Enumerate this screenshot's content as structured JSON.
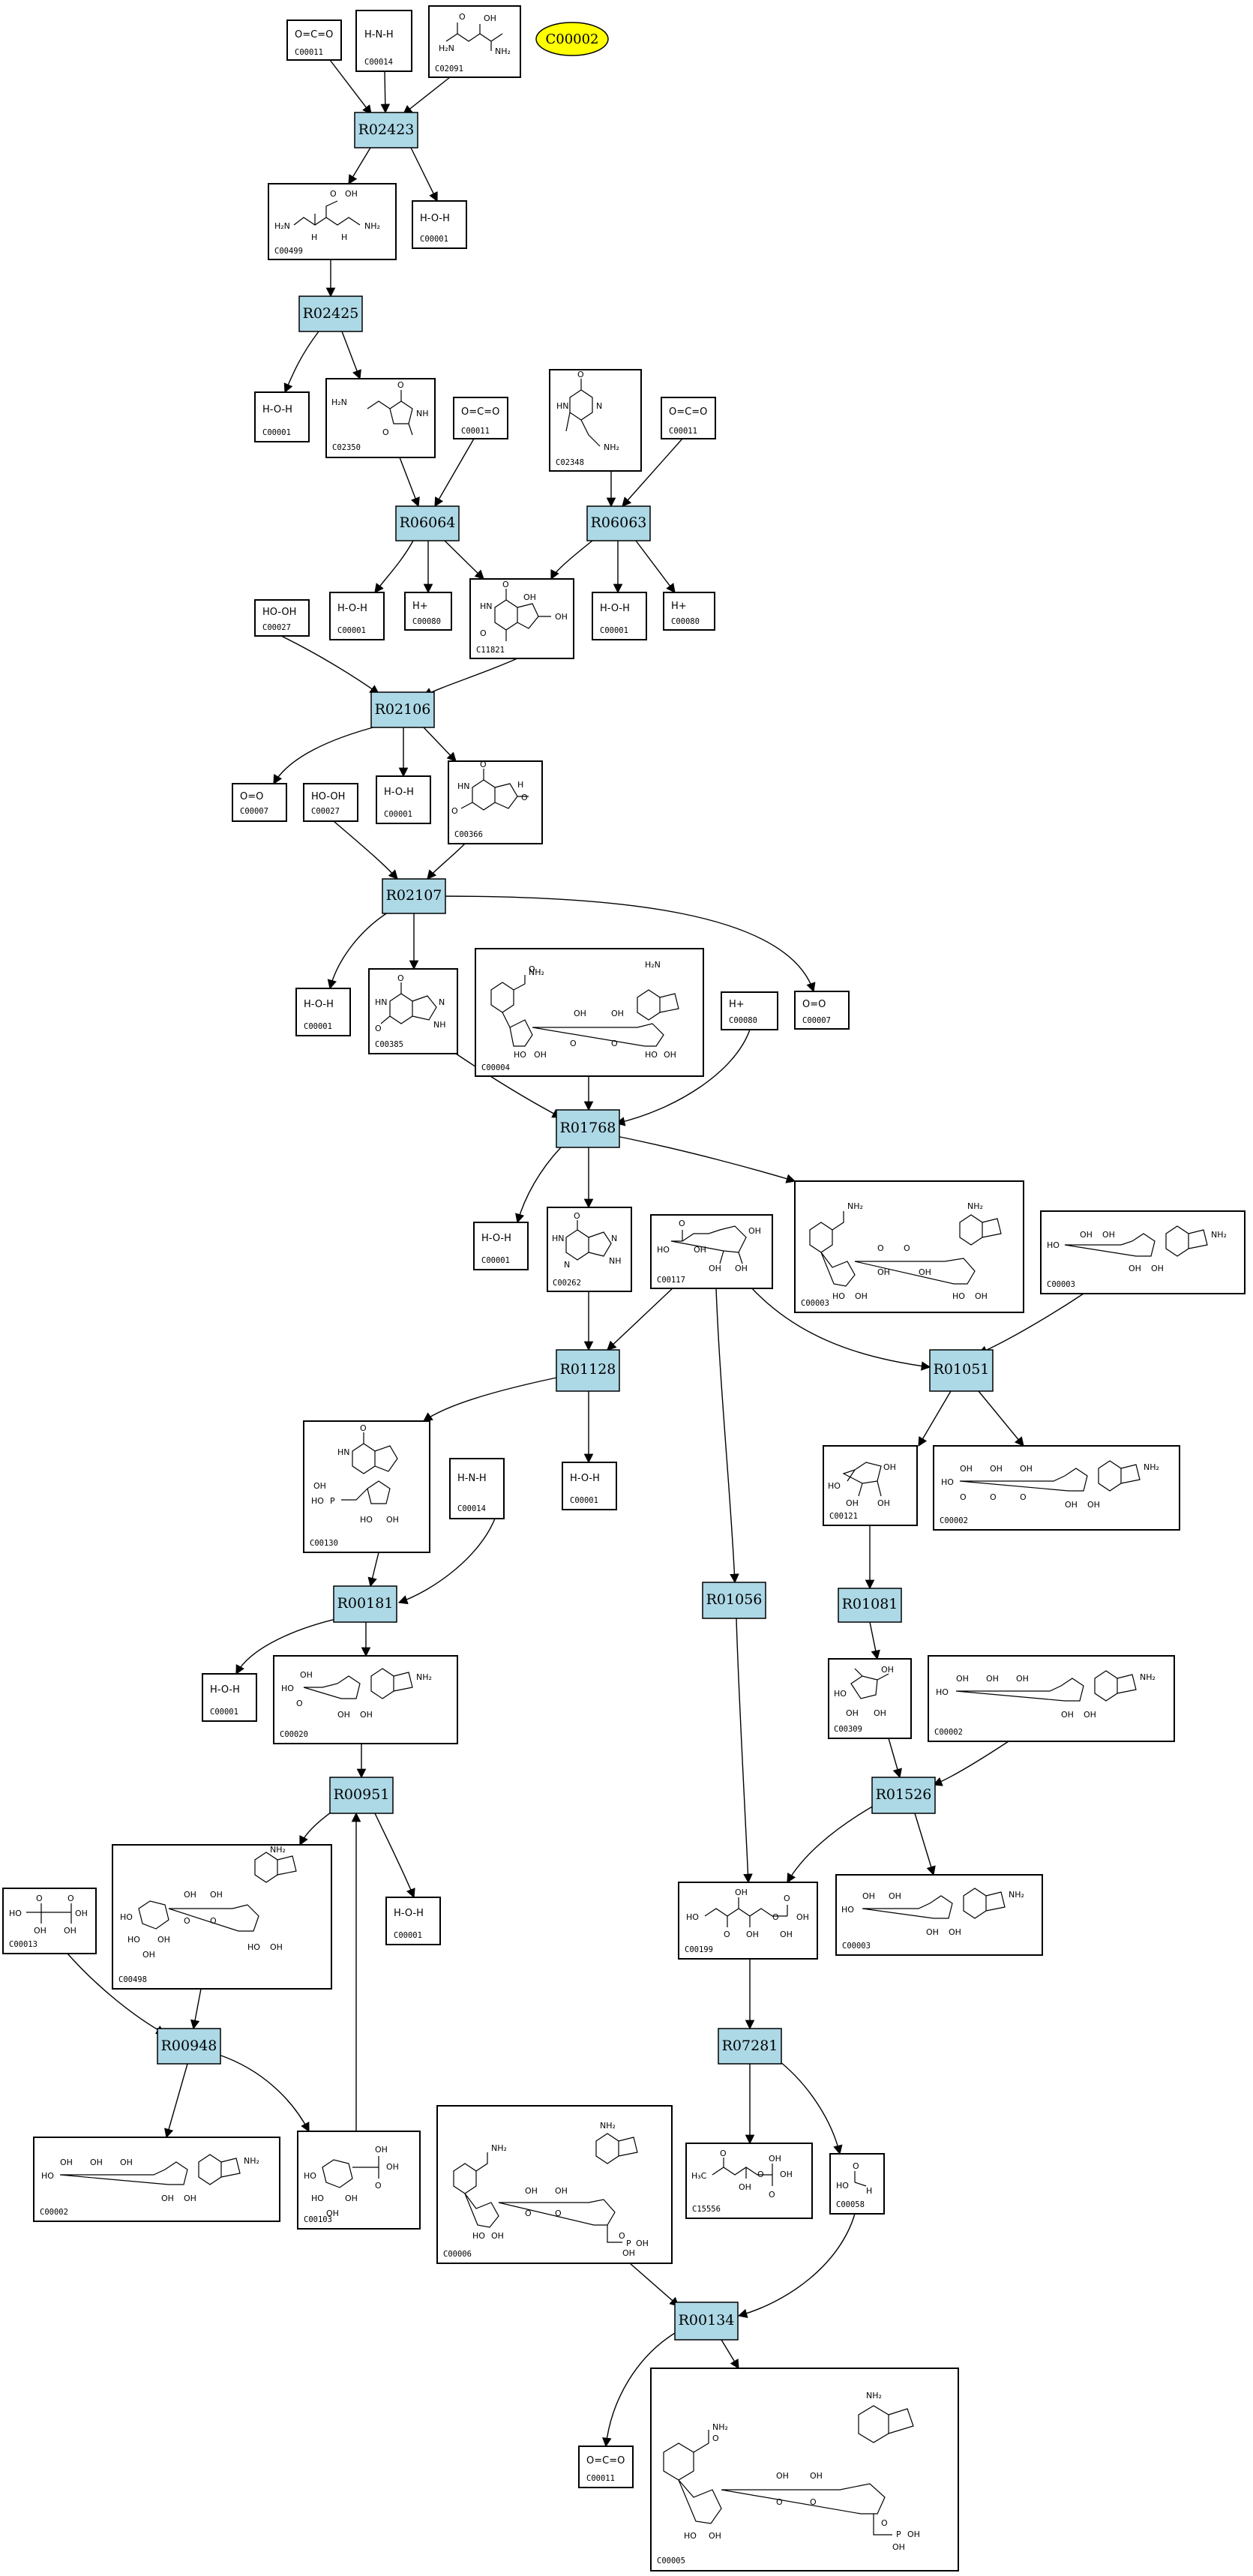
{
  "start_node": {
    "label": "C00002"
  },
  "reactions": [
    {
      "id": "r1",
      "label": "R02423"
    },
    {
      "id": "r2",
      "label": "R02425"
    },
    {
      "id": "r3",
      "label": "R06064"
    },
    {
      "id": "r4",
      "label": "R06063"
    },
    {
      "id": "r5",
      "label": "R02106"
    },
    {
      "id": "r6",
      "label": "R02107"
    },
    {
      "id": "r7",
      "label": "R01768"
    },
    {
      "id": "r8",
      "label": "R01128"
    },
    {
      "id": "r9",
      "label": "R01051"
    },
    {
      "id": "r10",
      "label": "R00181"
    },
    {
      "id": "r11",
      "label": "R01056"
    },
    {
      "id": "r12",
      "label": "R01081"
    },
    {
      "id": "r13",
      "label": "R00951"
    },
    {
      "id": "r14",
      "label": "R01526"
    },
    {
      "id": "r15",
      "label": "R00948"
    },
    {
      "id": "r16",
      "label": "R07281"
    },
    {
      "id": "r17",
      "label": "R00134"
    }
  ],
  "compounds": [
    {
      "id": "c1",
      "label": "C00011",
      "formula": "O=C=O"
    },
    {
      "id": "c2",
      "label": "C00014",
      "formula": "H-N-H"
    },
    {
      "id": "c3",
      "label": "C02091",
      "formula": ""
    },
    {
      "id": "c4",
      "label": "C00499",
      "formula": ""
    },
    {
      "id": "c5",
      "label": "C00001",
      "formula": "H-O-H"
    },
    {
      "id": "c6",
      "label": "C00001",
      "formula": "H-O-H"
    },
    {
      "id": "c7",
      "label": "C02350",
      "formula": ""
    },
    {
      "id": "c8",
      "label": "C00011",
      "formula": "O=C=O"
    },
    {
      "id": "c9",
      "label": "C02348",
      "formula": ""
    },
    {
      "id": "c10",
      "label": "C00011",
      "formula": "O=C=O"
    },
    {
      "id": "c11",
      "label": "C00027",
      "formula": "HO-OH"
    },
    {
      "id": "c12",
      "label": "C00001",
      "formula": "H-O-H"
    },
    {
      "id": "c13",
      "label": "C00080",
      "formula": "H+"
    },
    {
      "id": "c14",
      "label": "C11821",
      "formula": ""
    },
    {
      "id": "c15",
      "label": "C00001",
      "formula": "H-O-H"
    },
    {
      "id": "c16",
      "label": "C00080",
      "formula": "H+"
    },
    {
      "id": "c17",
      "label": "C00007",
      "formula": "O=O"
    },
    {
      "id": "c18",
      "label": "C00027",
      "formula": "HO-OH"
    },
    {
      "id": "c19",
      "label": "C00001",
      "formula": "H-O-H"
    },
    {
      "id": "c20",
      "label": "C00366",
      "formula": ""
    },
    {
      "id": "c21",
      "label": "C00001",
      "formula": "H-O-H"
    },
    {
      "id": "c22",
      "label": "C00385",
      "formula": ""
    },
    {
      "id": "c23",
      "label": "C00004",
      "formula": ""
    },
    {
      "id": "c24",
      "label": "C00080",
      "formula": "H+"
    },
    {
      "id": "c25",
      "label": "C00007",
      "formula": "O=O"
    },
    {
      "id": "c26",
      "label": "C00001",
      "formula": "H-O-H"
    },
    {
      "id": "c27",
      "label": "C00262",
      "formula": ""
    },
    {
      "id": "c28",
      "label": "C00117",
      "formula": ""
    },
    {
      "id": "c29",
      "label": "C00003",
      "formula": ""
    },
    {
      "id": "c30",
      "label": "C00003",
      "formula": ""
    },
    {
      "id": "c31",
      "label": "C00130",
      "formula": ""
    },
    {
      "id": "c32",
      "label": "C00014",
      "formula": "H-N-H"
    },
    {
      "id": "c33",
      "label": "C00001",
      "formula": "H-O-H"
    },
    {
      "id": "c34",
      "label": "C00121",
      "formula": ""
    },
    {
      "id": "c35",
      "label": "C00002",
      "formula": ""
    },
    {
      "id": "c36",
      "label": "C00001",
      "formula": "H-O-H"
    },
    {
      "id": "c37",
      "label": "C00020",
      "formula": ""
    },
    {
      "id": "c38",
      "label": "C00309",
      "formula": ""
    },
    {
      "id": "c39",
      "label": "C00002",
      "formula": ""
    },
    {
      "id": "c40",
      "label": "C00013",
      "formula": ""
    },
    {
      "id": "c41",
      "label": "C00498",
      "formula": ""
    },
    {
      "id": "c42",
      "label": "C00001",
      "formula": "H-O-H"
    },
    {
      "id": "c43",
      "label": "C00199",
      "formula": ""
    },
    {
      "id": "c44",
      "label": "C00003",
      "formula": ""
    },
    {
      "id": "c45",
      "label": "C00002",
      "formula": ""
    },
    {
      "id": "c46",
      "label": "C00103",
      "formula": ""
    },
    {
      "id": "c47",
      "label": "C00006",
      "formula": ""
    },
    {
      "id": "c48",
      "label": "C15556",
      "formula": ""
    },
    {
      "id": "c49",
      "label": "C00058",
      "formula": ""
    },
    {
      "id": "c50",
      "label": "C00005",
      "formula": ""
    },
    {
      "id": "c51",
      "label": "C00011",
      "formula": "O=C=O"
    }
  ]
}
